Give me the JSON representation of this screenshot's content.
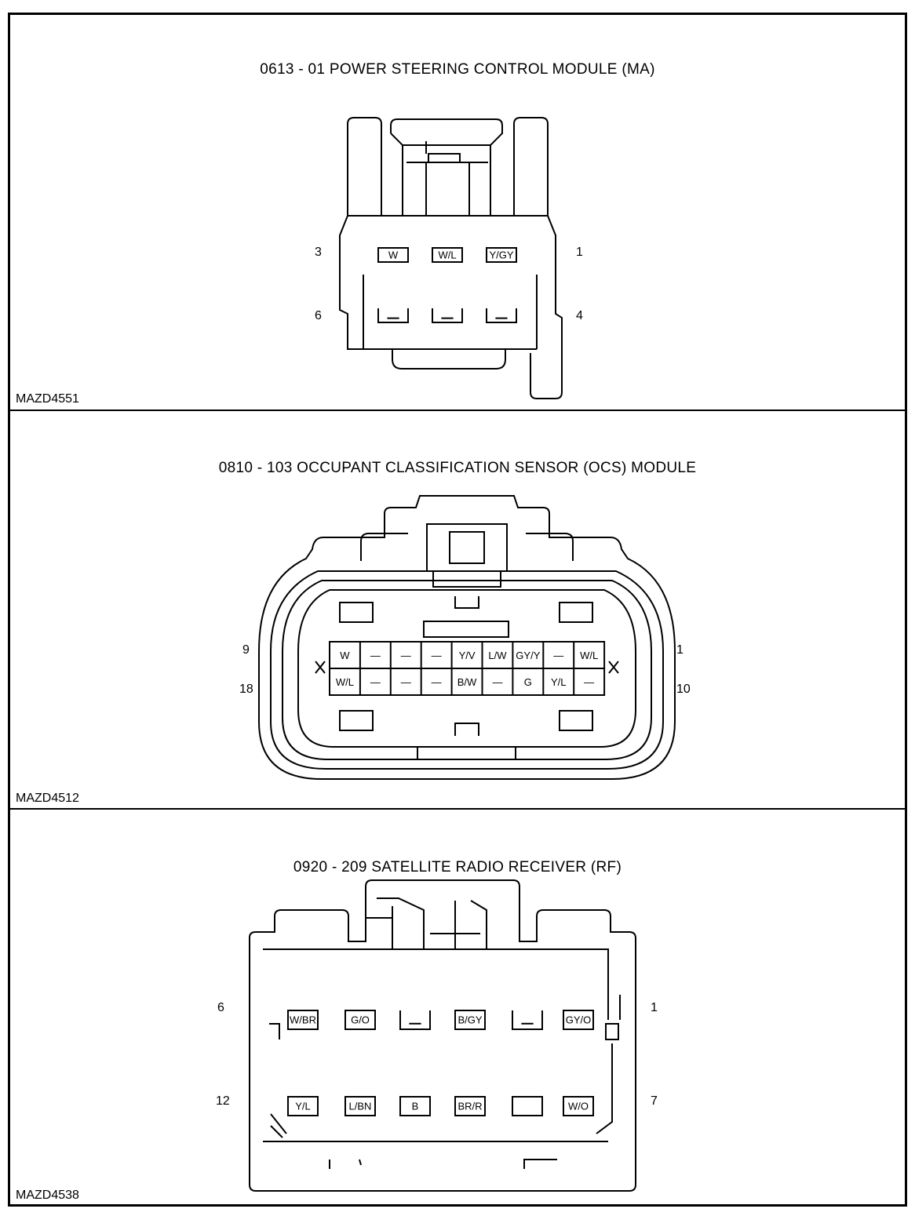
{
  "panels": [
    {
      "title": "0613 - 01 POWER STEERING CONTROL MODULE (MA)",
      "code": "MAZD4551",
      "pin_labels": {
        "top_left": "3",
        "top_right": "1",
        "bottom_left": "6",
        "bottom_right": "4"
      },
      "top_row": [
        "W",
        "W/L",
        "Y/GY"
      ],
      "bottom_row": [
        "—",
        "—",
        "—"
      ]
    },
    {
      "title": "0810 - 103 OCCUPANT CLASSIFICATION SENSOR (OCS) MODULE",
      "code": "MAZD4512",
      "pin_labels": {
        "top_left": "9",
        "top_right": "1",
        "bottom_left": "18",
        "bottom_right": "10"
      },
      "top_row": [
        "W",
        "—",
        "—",
        "—",
        "Y/V",
        "L/W",
        "GY/Y",
        "—",
        "W/L"
      ],
      "bottom_row": [
        "W/L",
        "—",
        "—",
        "—",
        "B/W",
        "—",
        "G",
        "Y/L",
        "—"
      ]
    },
    {
      "title": "0920 - 209 SATELLITE RADIO RECEIVER (RF)",
      "code": "MAZD4538",
      "pin_labels": {
        "top_left": "6",
        "top_right": "1",
        "bottom_left": "12",
        "bottom_right": "7"
      },
      "top_row": [
        "W/BR",
        "G/O",
        "—",
        "B/GY",
        "—",
        "GY/O"
      ],
      "bottom_row": [
        "Y/L",
        "L/BN",
        "B",
        "BR/R",
        "",
        "W/O"
      ]
    }
  ]
}
